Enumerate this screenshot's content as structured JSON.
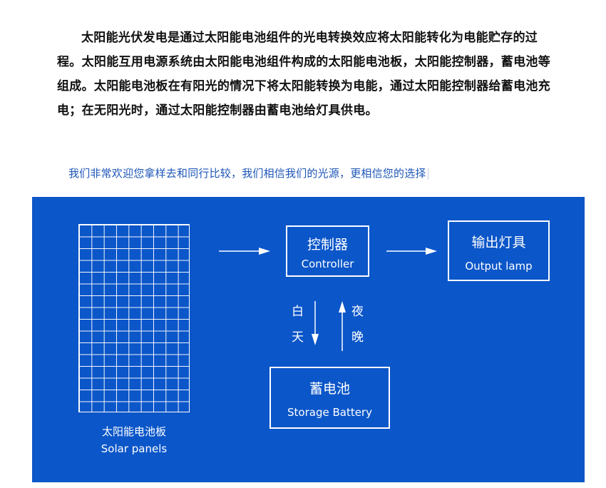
{
  "intro": {
    "paragraph": "太阳能光伏发电是通过太阳能电池组件的光电转换效应将太阳能转化为电能贮存的过程。太阳能互用电源系统由太阳能电池组件构成的太阳能电池板，太阳能控制器，蓄电池等组成。太阳能电池板在有阳光的情况下将太阳能转换为电能，通过太阳能控制器给蓄电池充电；在无阳光时，通过太阳能控制器由蓄电池给灯具供电。"
  },
  "tagline": "我们非常欢迎您拿样去和同行比较，我们相信我们的光源，更相信您的选择",
  "diagram": {
    "background_color": "#0b56c9",
    "solar_panel": {
      "label_cn": "太阳能电池板",
      "label_en": "Solar panels"
    },
    "controller": {
      "label_cn": "控制器",
      "label_en": "Controller"
    },
    "output_lamp": {
      "label_cn": "输出灯具",
      "label_en": "Output lamp"
    },
    "battery": {
      "label_cn": "蓄电池",
      "label_en": "Storage Battery"
    },
    "day_flow": {
      "char1": "白",
      "char2": "天"
    },
    "night_flow": {
      "char1": "夜",
      "char2": "晚"
    }
  }
}
